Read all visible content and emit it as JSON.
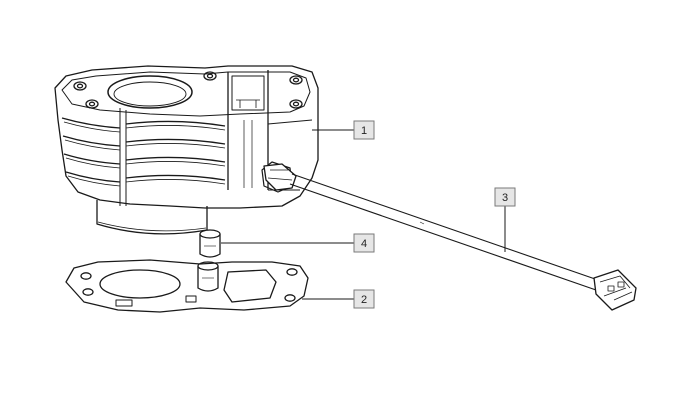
{
  "callouts": [
    {
      "id": "1",
      "label": "1"
    },
    {
      "id": "2",
      "label": "2"
    },
    {
      "id": "3",
      "label": "3"
    },
    {
      "id": "4",
      "label": "4"
    }
  ],
  "colors": {
    "line": "#1a1a1a",
    "callout_box_fill": "#e6e6e6",
    "callout_box_stroke": "#7a7a7a",
    "background": "#ffffff"
  }
}
